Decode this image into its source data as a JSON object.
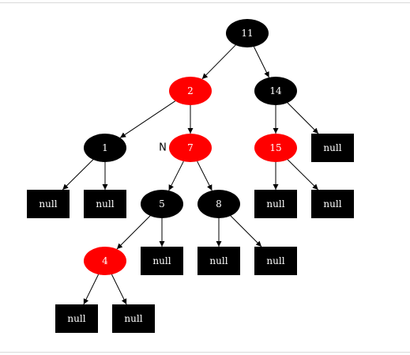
{
  "colors": {
    "black_node": "#000000",
    "red_node": "#ff0000",
    "text": "#ffffff",
    "edge": "#000000"
  },
  "nodes": [
    {
      "id": "n11",
      "label": "11",
      "color": "black",
      "shape": "ellipse"
    },
    {
      "id": "n2",
      "label": "2",
      "color": "red",
      "shape": "ellipse"
    },
    {
      "id": "n14",
      "label": "14",
      "color": "black",
      "shape": "ellipse"
    },
    {
      "id": "n1",
      "label": "1",
      "color": "black",
      "shape": "ellipse"
    },
    {
      "id": "n7",
      "label": "7",
      "color": "red",
      "shape": "ellipse",
      "marker": "N"
    },
    {
      "id": "n15",
      "label": "15",
      "color": "red",
      "shape": "ellipse"
    },
    {
      "id": "nl14",
      "label": "null",
      "color": "black",
      "shape": "box"
    },
    {
      "id": "nl1a",
      "label": "null",
      "color": "black",
      "shape": "box"
    },
    {
      "id": "nl1b",
      "label": "null",
      "color": "black",
      "shape": "box"
    },
    {
      "id": "n5",
      "label": "5",
      "color": "black",
      "shape": "ellipse"
    },
    {
      "id": "n8",
      "label": "8",
      "color": "black",
      "shape": "ellipse"
    },
    {
      "id": "nl15a",
      "label": "null",
      "color": "black",
      "shape": "box"
    },
    {
      "id": "nl15b",
      "label": "null",
      "color": "black",
      "shape": "box"
    },
    {
      "id": "n4",
      "label": "4",
      "color": "red",
      "shape": "ellipse"
    },
    {
      "id": "nl5",
      "label": "null",
      "color": "black",
      "shape": "box"
    },
    {
      "id": "nl8a",
      "label": "null",
      "color": "black",
      "shape": "box"
    },
    {
      "id": "nl8b",
      "label": "null",
      "color": "black",
      "shape": "box"
    },
    {
      "id": "nl4a",
      "label": "null",
      "color": "black",
      "shape": "box"
    },
    {
      "id": "nl4b",
      "label": "null",
      "color": "black",
      "shape": "box"
    }
  ],
  "edges": [
    [
      "n11",
      "n2"
    ],
    [
      "n11",
      "n14"
    ],
    [
      "n2",
      "n1"
    ],
    [
      "n2",
      "n7"
    ],
    [
      "n14",
      "n15"
    ],
    [
      "n14",
      "nl14"
    ],
    [
      "n1",
      "nl1a"
    ],
    [
      "n1",
      "nl1b"
    ],
    [
      "n7",
      "n5"
    ],
    [
      "n7",
      "n8"
    ],
    [
      "n15",
      "nl15a"
    ],
    [
      "n15",
      "nl15b"
    ],
    [
      "n5",
      "n4"
    ],
    [
      "n5",
      "nl5"
    ],
    [
      "n8",
      "nl8a"
    ],
    [
      "n8",
      "nl8b"
    ],
    [
      "n4",
      "nl4a"
    ],
    [
      "n4",
      "nl4b"
    ]
  ]
}
